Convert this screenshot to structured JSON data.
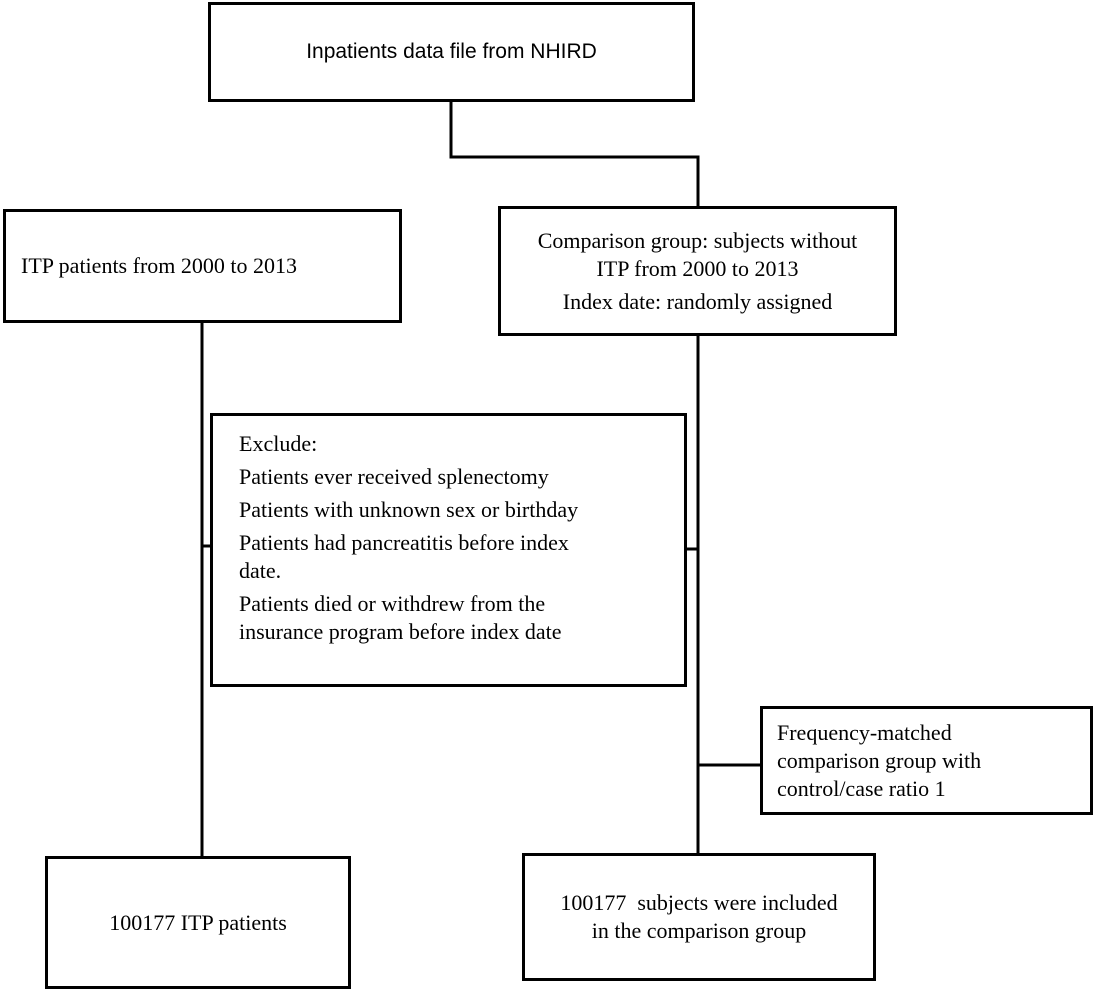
{
  "nodes": {
    "source": {
      "text": "Inpatients data file from NHIRD"
    },
    "itp_patients": {
      "text": "ITP patients from 2000 to 2013"
    },
    "comparison_group": {
      "line1": "Comparison group: subjects without",
      "line2": "ITP from 2000 to 2013",
      "line3": "Index date: randomly assigned"
    },
    "exclude": {
      "heading": "Exclude:",
      "items": [
        "Patients ever received splenectomy",
        "Patients with unknown sex or birthday",
        "Patients had pancreatitis before index",
        "date.",
        "Patients died or withdrew from the",
        "insurance program before index date"
      ]
    },
    "frequency_matched": {
      "line1": "Frequency-matched",
      "line2": "comparison group with",
      "line3": "control/case ratio 1"
    },
    "itp_final": {
      "text": "100177 ITP patients"
    },
    "comparison_final": {
      "line1": "100177  subjects were included",
      "line2": "in the comparison group"
    }
  },
  "colors": {
    "stroke": "#000000",
    "background": "#ffffff"
  }
}
